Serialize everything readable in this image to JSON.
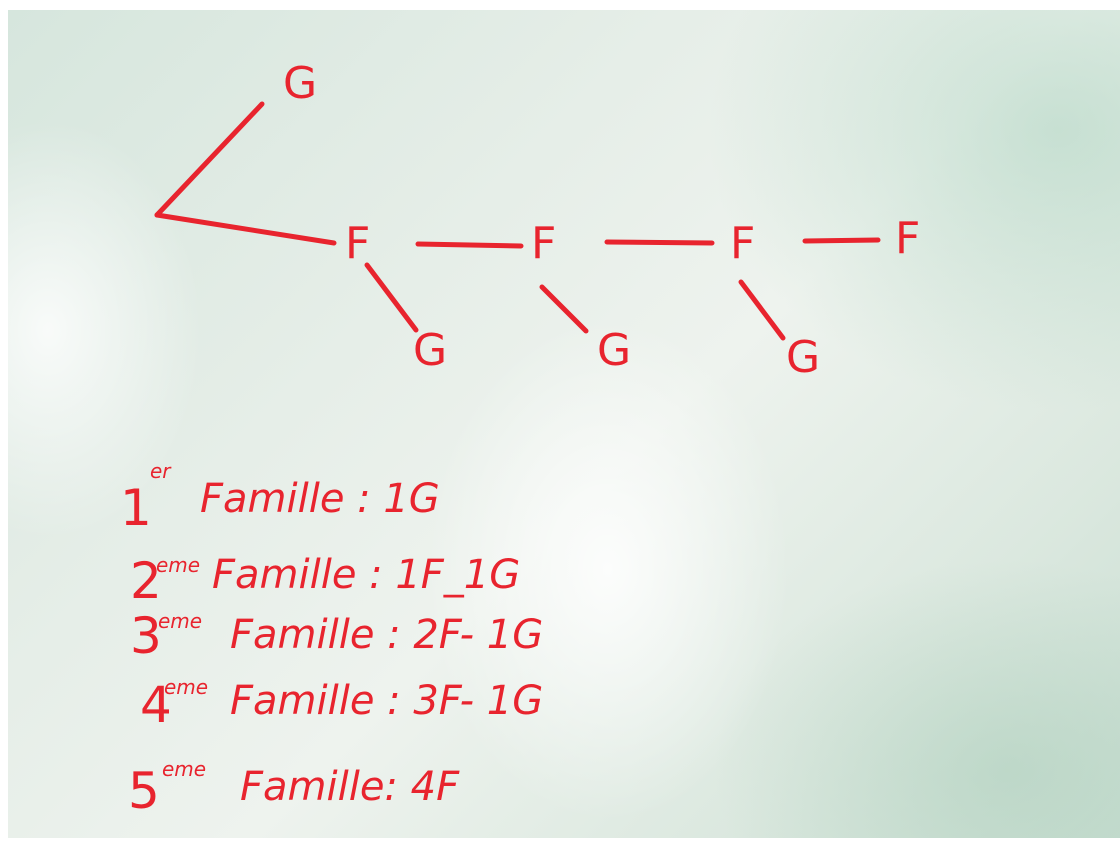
{
  "diagram": {
    "nodes": {
      "top_g": "G",
      "f1": "F",
      "f2": "F",
      "f3": "F",
      "f4": "F",
      "g1": "G",
      "g2": "G",
      "g3": "G"
    }
  },
  "notes": [
    {
      "num": "1",
      "sup": "er",
      "text": "Famille : 1G"
    },
    {
      "num": "2",
      "sup": "eme",
      "text": "Famille : 1F_1G"
    },
    {
      "num": "3",
      "sup": "eme",
      "text": "Famille : 2F- 1G"
    },
    {
      "num": "4",
      "sup": "eme",
      "text": "Famille : 3F- 1G"
    },
    {
      "num": "5",
      "sup": "eme",
      "text": "Famille: 4F"
    }
  ],
  "colors": {
    "ink": "#e8242e",
    "board": "#e6eee8"
  }
}
